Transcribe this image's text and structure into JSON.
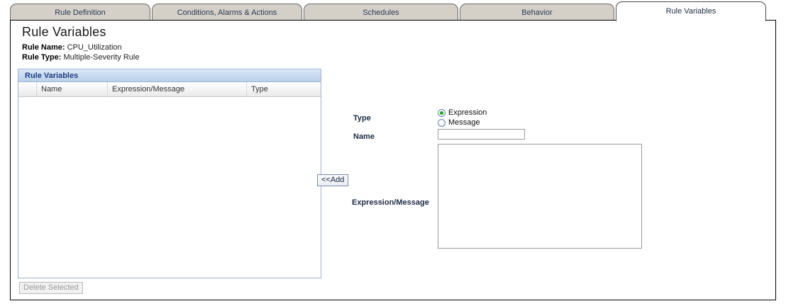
{
  "tabs": [
    {
      "label": "Rule Definition",
      "active": false
    },
    {
      "label": "Conditions, Alarms & Actions",
      "active": false
    },
    {
      "label": "Schedules",
      "active": false
    },
    {
      "label": "Behavior",
      "active": false
    },
    {
      "label": "Rule Variables",
      "active": true
    }
  ],
  "page": {
    "title": "Rule Variables",
    "rule_name_label": "Rule Name:",
    "rule_name_value": "CPU_Utilization",
    "rule_type_label": "Rule Type:",
    "rule_type_value": "Multiple-Severity Rule"
  },
  "grid": {
    "caption": "Rule Variables",
    "columns": [
      "",
      "Name",
      "Expression/Message",
      "Type"
    ],
    "rows": [],
    "delete_button": "Delete Selected",
    "delete_button_disabled": true
  },
  "form": {
    "type_label": "Type",
    "type_options": [
      {
        "label": "Expression",
        "selected": true
      },
      {
        "label": "Message",
        "selected": false
      }
    ],
    "name_label": "Name",
    "name_value": "",
    "name_placeholder": "",
    "expression_label": "Expression/Message",
    "expression_value": "",
    "expression_placeholder": "",
    "add_button": "<<Add"
  },
  "colors": {
    "accent": "#1f3f80",
    "caption_bg": "#cbdcf0",
    "panel_border": "#9db3d4",
    "tab_inactive": "#d4d0c8",
    "tab_active": "#ffffff",
    "radio_selected": "#1aa81a",
    "disabled_text": "#9a9a9a"
  }
}
